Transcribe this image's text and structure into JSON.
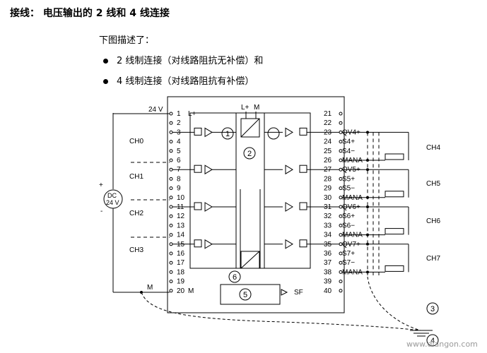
{
  "title": "接线： 电压输出的 2 线和 4 线连接",
  "intro": "下图描述了：",
  "bullets": [
    "2 线制连接（对线路阻抗无补偿）和",
    "4 线制连接（对线路阻抗有补偿）"
  ],
  "supply": {
    "voltage": "24 V",
    "source_line1": "DC",
    "source_line2": "24 V",
    "plus": "+",
    "minus": "-",
    "ground": "M"
  },
  "terminals_left": [
    {
      "n": "1",
      "label": "L+"
    },
    {
      "n": "2",
      "label": ""
    },
    {
      "n": "3",
      "label": ""
    },
    {
      "n": "4",
      "label": ""
    },
    {
      "n": "5",
      "label": ""
    },
    {
      "n": "6",
      "label": ""
    },
    {
      "n": "7",
      "label": ""
    },
    {
      "n": "8",
      "label": ""
    },
    {
      "n": "9",
      "label": ""
    },
    {
      "n": "10",
      "label": ""
    },
    {
      "n": "11",
      "label": ""
    },
    {
      "n": "12",
      "label": ""
    },
    {
      "n": "13",
      "label": ""
    },
    {
      "n": "14",
      "label": ""
    },
    {
      "n": "15",
      "label": ""
    },
    {
      "n": "16",
      "label": ""
    },
    {
      "n": "17",
      "label": ""
    },
    {
      "n": "18",
      "label": ""
    },
    {
      "n": "19",
      "label": ""
    },
    {
      "n": "20",
      "label": "M"
    }
  ],
  "terminals_right": [
    {
      "n": "21",
      "label": ""
    },
    {
      "n": "22",
      "label": ""
    },
    {
      "n": "23",
      "label": "QV4+"
    },
    {
      "n": "24",
      "label": "S4+"
    },
    {
      "n": "25",
      "label": "S4−"
    },
    {
      "n": "26",
      "label": "MANA"
    },
    {
      "n": "27",
      "label": "QV5+"
    },
    {
      "n": "28",
      "label": "S5+"
    },
    {
      "n": "29",
      "label": "S5−"
    },
    {
      "n": "30",
      "label": "MANA"
    },
    {
      "n": "31",
      "label": "QV6+"
    },
    {
      "n": "32",
      "label": "S6+"
    },
    {
      "n": "33",
      "label": "S6−"
    },
    {
      "n": "34",
      "label": "MANA"
    },
    {
      "n": "35",
      "label": "QV7+"
    },
    {
      "n": "36",
      "label": "S7+"
    },
    {
      "n": "37",
      "label": "S7−"
    },
    {
      "n": "38",
      "label": "MANA"
    },
    {
      "n": "39",
      "label": ""
    },
    {
      "n": "40",
      "label": ""
    }
  ],
  "channels_left": [
    "CH0",
    "CH1",
    "CH2",
    "CH3"
  ],
  "channels_right": [
    "CH4",
    "CH5",
    "CH6",
    "CH7"
  ],
  "bus_labels": {
    "lplus": "L+",
    "m": "M"
  },
  "callouts": [
    "1",
    "2",
    "3",
    "4",
    "5",
    "6"
  ],
  "status_led": "SF",
  "watermark": "www.diangon.com"
}
